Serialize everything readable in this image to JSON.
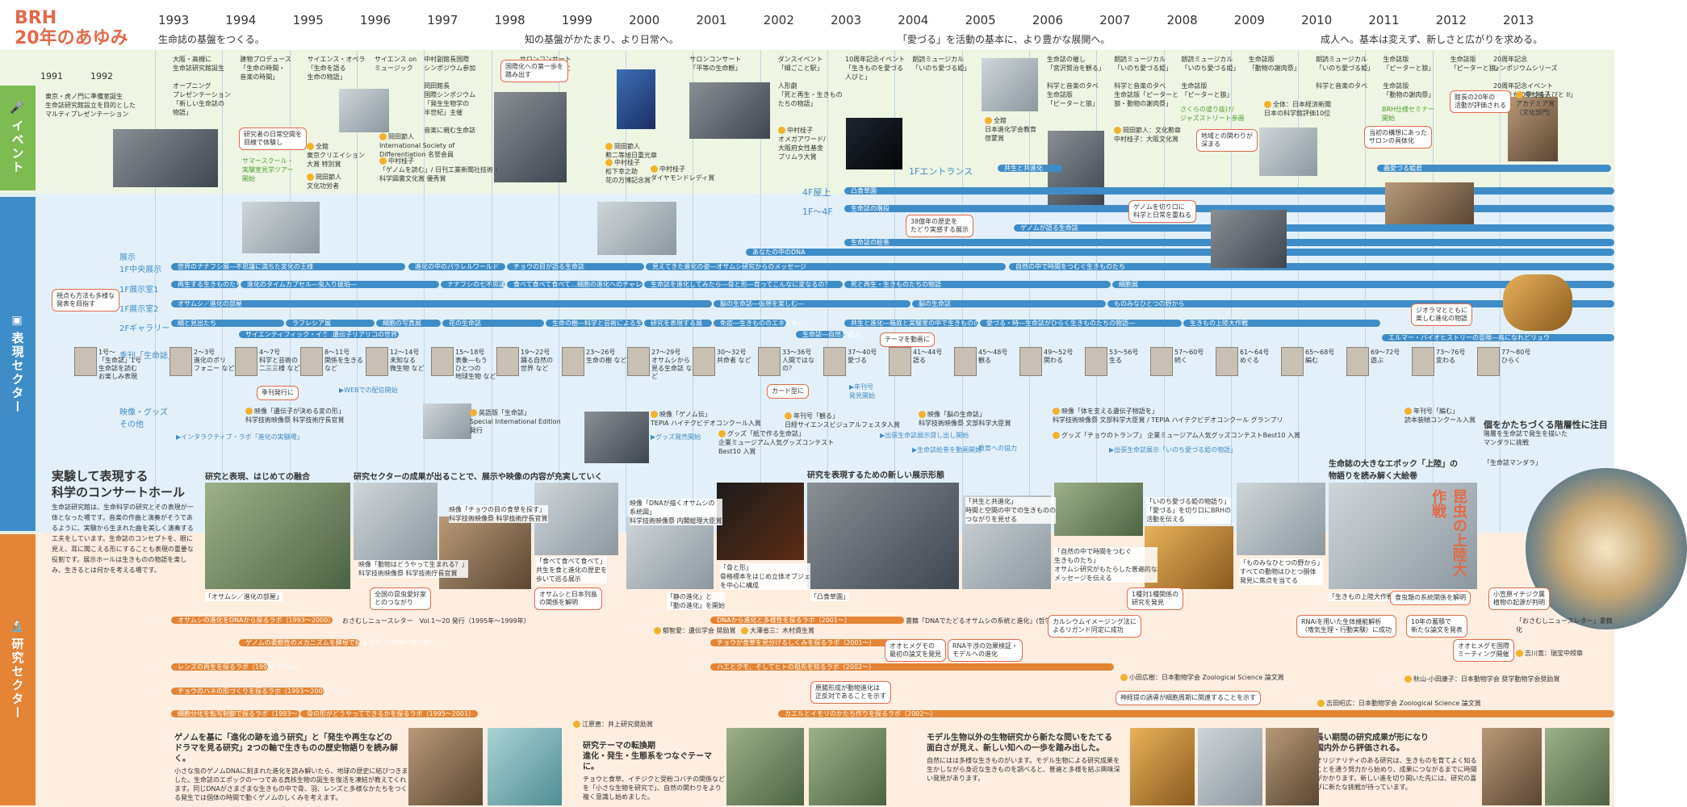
{
  "header": {
    "brand": "BRH",
    "subtitle": "20年のあゆみ",
    "years": [
      "1993",
      "1994",
      "1995",
      "1996",
      "1997",
      "1998",
      "1999",
      "2000",
      "2001",
      "2002",
      "2003",
      "2004",
      "2005",
      "2006",
      "2007",
      "2008",
      "2009",
      "2010",
      "2011",
      "2012",
      "2013"
    ],
    "early_years": [
      "1991",
      "1992"
    ],
    "eras": [
      "生命誌の基盤をつくる。",
      "知の基盤がかたまり、より日常へ。",
      "「愛づる」を活動の基本に、より豊かな展開へ。",
      "成人へ。基本は変えず、新しさと広がりを求める。"
    ]
  },
  "side_tabs": {
    "event": "イベント",
    "expression": "表現セクター",
    "research": "研究セクター"
  },
  "events": {
    "e1991": "東京・虎ノ門に準備室誕生",
    "e1992": "生命誌研究館設立を目的とした\nマルティプレゼンテーション",
    "e1993": "大阪・高槻に\n生命誌研究館誕生\n\nオープニング\nプレゼンテーション\n「新しい生命誌の\n物語」",
    "e1994": "建物プロデュース\n「生命の時間・\n音楽の時間」",
    "e1995": "サイエンス・オペラ\n「生命を語る\n生命の物語」",
    "e1996": "サイエンス on\nミュージック",
    "e1997": "中村副館長国際\nシンポジウム参加\n\n岡田館長\n国際シンポジウム\n「発生生物学の\n半世紀」主催\n\n音楽に親む生命誌",
    "e1999": "サロンコンサート\n「細一生物学者と\n音楽の一」",
    "e2001": "サロンコンサート\n「平等の生命観」",
    "e2002": "ダンスイベント\n「細ごこと駅」\n\n人形劇\n「死と再生・生きもの\nたちの物語」",
    "e2003": "10周年記念イベント\n「生きものを愛づる\n人びと」",
    "e2004": "朗読ミュージカル\n「いのち愛づる姫」",
    "e2006": "生命誌の催し\n「宮沢賢治を観る」\n\n科学と音楽のタベ\n生命誌版\n「ピーターと狼」",
    "e2007": "朗読ミュージカル\n「いのち愛づる姫」\n\n科学と音楽のタベ\n生命誌版「ピーターと\n狼・動物の謝肉祭」",
    "e2008": "朗読ミュージカル\n「いのち愛づる姫」\n\n生命誌版\n「ピーターと狼」",
    "e2009": "生命誌版\n「動物の謝肉祭」",
    "e2010": "朗読ミュージカル\n「いのち愛づる姫」\n\n科学と音楽のタベ",
    "e2011": "生命誌版\n「ピーターと狼」\n\n生命誌版\n「動物の謝肉祭」",
    "e2012": "生命誌版\n「ピーターと狼」",
    "e2013": "20周年記念\nシンポジウムシリーズ\n\n20周年記念イベント\n「生きもの愛づる人びと II」"
  },
  "event_callouts": [
    "研究者の日常空間を\n目線で体験し",
    "国際化への第一歩を\n踏み出す",
    "地域との関わりが\n深まる",
    "当初の構想にあった\nサロンの具体化",
    "館長の20年の\n活動が評価される"
  ],
  "event_awards": [
    "全館\n東京クリエイション\n大賞 特別賞",
    "岡田節人\n文化功労者",
    "岡田節人\nInternational Society of\nDifferentiation 名誉会員",
    "中村桂子\n「ゲノムを読む」/ 日刊工業新聞社技術・\n科学図書文化賞 優秀賞",
    "岡田節人\n勲二等旭日重光章",
    "中村桂子\n松下幸之助\n花の万博記念賞",
    "中村桂子\nダイヤモンドレディ賞",
    "中村桂子\nオメガアワード/\n大阪府女性基金\nプリムラ大賞",
    "全館\n日本進化学会教育\n啓蒙賞",
    "岡田節人：文化勲章\n中村桂子：大阪文化賞",
    "全体：日本経済新聞\n日本の科学館評価10位",
    "中村桂子\nアカデミア賞\n（文化部門）"
  ],
  "event_links": [
    "サマースクール・\n実験室見学ツアー\n開始",
    "さくらの道り抜け/\nジャズストリート参画",
    "BRH仕様セミナー\n開始"
  ],
  "expression": {
    "floors": [
      "1Fエントランス",
      "4F屋上",
      "1F～4F"
    ],
    "row_labels": [
      "展示\n1F中央展示",
      "1F展示室1",
      "1F展示室2",
      "2Fギャラリー",
      "季刊「生命誌」",
      "映像・グッズ\nその他"
    ],
    "bars_top": [
      "共生と共進化",
      "蟲愛づる姫君",
      "凸食草園",
      "生命誌の階段",
      "ゲノムが語る生命誌",
      "生命誌の絵巻",
      "あなたの中のDNA"
    ],
    "bars_row1": [
      "世界のナナフシ展―不思議に満ちた変化の王様",
      "進化の中のパラレルワールド",
      "チョウの目が語る生命誌",
      "見えてきた進化の姿―オサムシ研究からのメッセージ",
      "自然の中で時間をつむぐ生きものたち"
    ],
    "bars_row2": [
      "再生する生きものたち",
      "進化のタイムカプセル―虫入り琥珀―",
      "ナナフシの七不思議",
      "食べて食べて食べて…細胞の進化へのチャレンジ",
      "生命誌を進化してみたら―骨と形―育ってこんなに変なるの？",
      "死と再生・生きものたちの物語",
      "細胞展"
    ],
    "bars_row3": [
      "オサムシ／進化の部屋",
      "脳の生命誌―仮想を楽しむ―",
      "脳の生命誌",
      "ものみなひとつの野から"
    ],
    "bars_row4": [
      "細と見出たち",
      "サイエンティフィック・イラスト展",
      "ラフレシア展",
      "遺伝子リアリコの世界",
      "細胞の写真展",
      "花の生命誌",
      "生命の樹―科学と芸術による生命誌",
      "研究を表現する展",
      "免疫―生きもののエネルギー",
      "生命誌―自然と遊ぶ…",
      "共生と進化―箱庭と実験室の中で生きもののつながり",
      "愛づる・時―生命誌がひらく生きものたちの物語―",
      "生きもの上陸大作戦",
      "エルマー・バイオヒストリーの冒険―鳥になれどリュウ"
    ],
    "issue_labels": [
      "1号～\n「生命誌」1号\n生命誌を読むお楽しみ表現",
      "2～3号\n進化のポリ\nフォニー など",
      "4～7号\n科学と芸術の\n二三三様 など",
      "8～11号\n関係を生きる\nなど",
      "12～14号\n未知なる\n微生物 など",
      "15～18号\n表象―もう\nひとつの\n地球生物 など",
      "19～22号\n踊る自然の\n世界 など",
      "23～26号\n生命の樹 など",
      "27～29号\nオサムシから\n見る生命誌 など",
      "30～32号\n共命者 など",
      "33～36号\n人間ではなの？",
      "37～40号\n愛づる",
      "41～44号\n語る",
      "45～48号\n観る",
      "49～52号\n関わる",
      "53～56号\n生る",
      "57～60号\n続く",
      "61～64号\nめぐる",
      "65～68号\n編む",
      "69～72号\n遊ぶ",
      "73～76号\n変わる",
      "77～80号\nひらく"
    ],
    "callouts": [
      "視点も方法も多様な\n発表を目指す",
      "季刊発行に",
      "カード型に",
      "テーマを動画に",
      "38億年の歴史を\nたどり実感する展示",
      "ゲノムを切り口に\n科学と日常を重ねる",
      "ジオラマとともに\n楽しむ進化の物語"
    ],
    "notes": [
      "▶WEBでの配信開始",
      "▶年刊号\n発見開始",
      "▶出張生命誌展示貸し出し開始",
      "▶生命誌絵巻を動画開始",
      "教育への協力",
      "▶グッズ発売開始",
      "▶インタラクティブ・ラボ「進化の実験場」",
      "▶出張生命誌展示「いのち愛づる姫の物語」"
    ],
    "media": [
      "映像「遺伝子が決める変の形」\n科学技術映像祭 科学技術庁長官賞",
      "英語版「生命誌」\nSpecial International Edition\n発行",
      "映像「ゲノム伝」\nTEPIA ハイテクビデオコンクール入賞",
      "グッズ「紙で作る生命誌」\n企業ミュージアム人気グッズコンテスト\nBest10 入賞",
      "年刊号「観る」\n日経サイエンスビジュアルフェスタ入賞",
      "映像「脳の生命誌」\n科学技術映像祭 文部科学大臣賞",
      "映像「体を支える遺伝子物語を」\n科学技術映像祭 文部科学大臣賞 / TEPIA ハイテクビデオコンクール グランプリ",
      "グッズ「チョウのトランプ」 企業ミュージアム人気グッズコンテストBest10 入賞",
      "年刊号「編む」\n読本装幀コンクール入賞"
    ],
    "right_text": {
      "title": "個をかたちづくる階層性に注目",
      "body": "階層を生命誌で発生を描いた\nマンダラに挑戦"
    },
    "mandala": "「生命誌マンダラ」"
  },
  "concert": {
    "title": "実験して表現する\n科学のコンサートホール",
    "body": "生命誌研究館は、生命科学の研究とその表現が一体となった場です。音楽の作曲と演奏がそうであるように、実験から生まれた曲を美しく演奏する工夫をしています。生命誌のコンセプトを、眼に見え、耳に聞こえる形にすることも表現の重要な役割です。展示ホールは生きものの物語を楽しみ、生きるとは何かを考える場です。",
    "captions": [
      "研究と表現、はじめての融合",
      "研究セクターの成果が出ることで、展示や映像の内容が充実していく",
      "研究を表現するための新しい展示形態",
      "生命誌の大きなエポック「上陸」の\n物語りを読み解く大絵巻"
    ],
    "photo_labels": [
      "「オサムシ／進化の部屋」",
      "映像「動物はどうやって生まれる？」\n科学技術映像祭 科学技術庁長官賞",
      "映像「チョウの目の食草を探す」\n科学技術映像祭 科学技術庁長官賞",
      "「食べて食べて食べて」\n共生を食と進化の歴史を\n歩いて巡る展示",
      "映像「DNAが描くオサムシの\n系統図」\n科学技術映像祭 内閣総理大臣賞",
      "「静の進化」と\n「動の進化」を開始",
      "「骨と形」\n骨格標本をはじめ立体オブジェ\nを中心に構成",
      "「凸食草園」",
      "「共生と共進化」\n時間と空間の中での生きものの\nつながりを見せる",
      "「自然の中で時間をつむぐ\n生きものたち」\nオサムシ研究がもたらした普遍的な\nメッセージを伝える",
      "「いのち愛づる姫の物語り」\n「愛づる」を切り口にBRHの\n活動を伝える",
      "「ものみなひとつの野から」\nすべての動物はひとつ胴体\n発見に焦点を当てる",
      "「生きもの上陸大作戦」"
    ],
    "callouts": [
      "全国の昆虫愛好家\nとのつながり",
      "オサムシと日本列島\nの関係を解明",
      "1種対1種関係の\n研究を発見",
      "食虫類の系統関係を解明",
      "小笠原イチジク属\n植物の起源が判明"
    ],
    "poster": "昆虫の上陸大作戦"
  },
  "research": {
    "labs": [
      "オサムシの進化をDNAから探るラボ（1993～2000）",
      "ゲノムの柔軟性のメカニズムを酵母で探るラボ（1994～2000）",
      "レンズの再生を探るラボ（1993～1999）",
      "チョウのハネの形づくりを探るラボ（1993～2008）",
      "細胞分化を転写制御で探るラボ（1993～1994）",
      "骨の形がどうやってできるかを探るラボ（1995～2001）",
      "DNAから進化と多様性を探るラボ（2001～）",
      "チョウが食草を見分けるしくみを探るラボ（2001～）",
      "ハエとクモ、そしてヒトの祖先を知るラボ（2002～）",
      "カエルとイモリのかたち作りを探るラボ（2002～）"
    ],
    "notes": [
      "おさむしニュースレター　Vol.1～20 発行（1995年～1999年）",
      "書籍「DNAでたどるオサムシの系統と進化」(哲学書房)（2002）",
      "「おさむしニュースレター」書籍化",
      "郁智愛：遺伝学会 奨励賞",
      "大澤省三：木村資生賞",
      "江原恵：井上研究奨励賞",
      "小田広樹：日本動物学会 Zoological Science 論文賞",
      "吉田昭広：日本動物学会 Zoological Science 論文賞",
      "秋山-小田康子：日本動物学会 奨学動物学会奨励賞",
      "吉川寛：瑞宝中綬章"
    ],
    "callouts": [
      "オオヒメグモの\n最初の論文を発見",
      "RNA干渉の効果検証・\nモデルへの進化",
      "カルシウムイメージング法に\nよるリガンド同定に成功",
      "原腸形成が動物進化は\n正反対であることを示す",
      "神経提の誘導が細胞周期に関連することを示す",
      "RNAiを用いた生体機能解析\n（嗜気生理・行動実験）に成功",
      "10年の蓄積で\n新たな論文を発表",
      "オオヒメグモ国際\nミーティング開催"
    ],
    "bottom": [
      {
        "title": "ゲノムを基に「進化の跡を追う研究」と「発生や再生などの\nドラマを見る研究」2つの軸で生きものの歴史物語りを読み解く。",
        "body": "小さな虫のゲノムDNAに刻まれた進化を読み解いたら、地球の歴史に結びつきました。生命誌のエポックの一つである真核生物の誕生を復活を凍結が教えてくれます。同じDNAがさまざまな生きもの中で骨、羽、レンズと多様なかたちをつくる発生では個体の時間で動くゲノムのしくみを考えます。"
      },
      {
        "title": "研究テーマの転換期\n進化・発生・生態系をつなぐテーマに。",
        "body": "チョウと食草、イチジクと受粉コバチの関係などを「小さな生物を研究で」、自然の関わりをより複く意識し始めました。"
      },
      {
        "title": "モデル生物以外の生物研究から新たな問いをたてる\n面白さが見え、新しい知への一歩を踏み出した。",
        "body": "自然にはは多様な生きものがいます。モデル生物による研究成果を生かしながら身近な生きものを調べると、普遍と多様を結ぶ興味深い発見があります。"
      },
      {
        "title": "長い期間の研究成果が形になり\n国内外から評価される。",
        "body": "オリジナリティのある研究は、生きものを育てよく知ることを通う努力から始めり、成果につながるまでに時間がかかります。新しい進を切り開いた先には、研究の喜びに新たな挑戦が待っています。"
      }
    ]
  }
}
